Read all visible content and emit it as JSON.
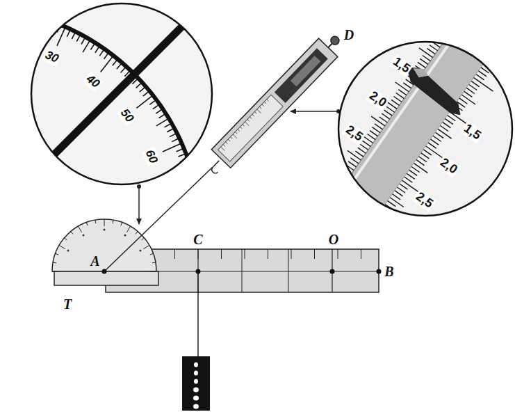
{
  "diagram": {
    "labels": [
      "D",
      "A",
      "C",
      "O",
      "B",
      "T",
      "30",
      "40",
      "50",
      "60",
      "1,5",
      "2,0",
      "2,5",
      "1,5",
      "2,0",
      "2,5"
    ]
  }
}
